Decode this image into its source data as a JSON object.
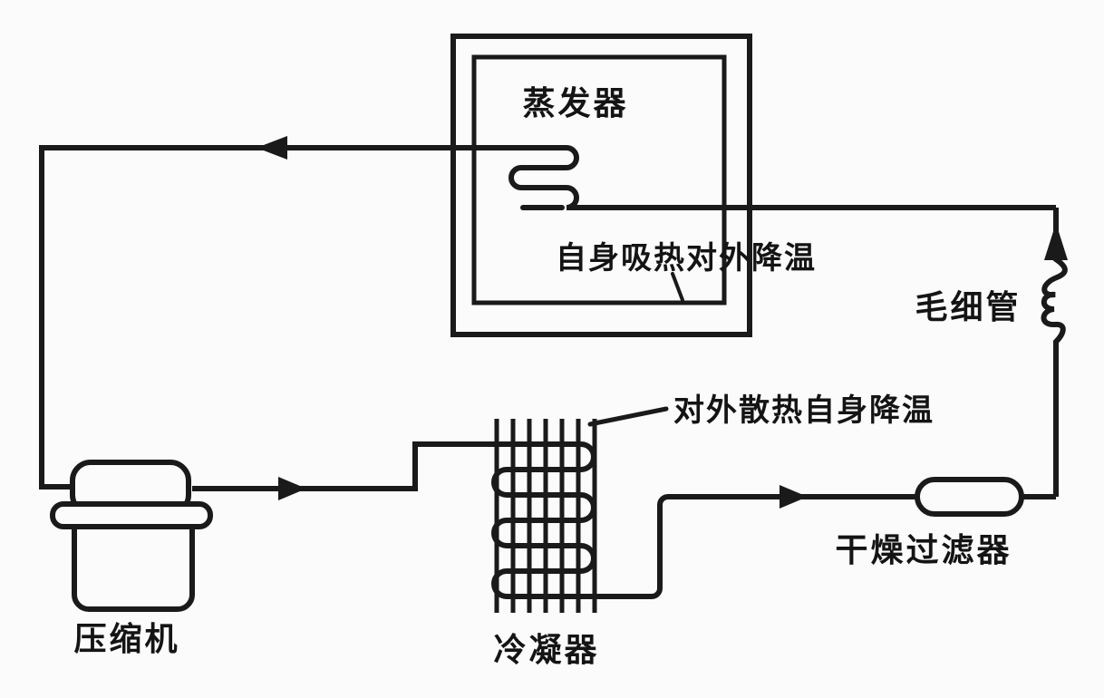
{
  "diagram": {
    "type": "refrigeration-cycle",
    "background_color": "#fbfbfb",
    "line_color": "#1a1a1a",
    "components": {
      "evaporator": {
        "label": "蒸发器",
        "note": "自身吸热对外降温"
      },
      "capillary": {
        "label": "毛细管"
      },
      "drier_filter": {
        "label": "干燥过滤器"
      },
      "condenser": {
        "label": "冷凝器",
        "note": "对外散热自身降温"
      },
      "compressor": {
        "label": "压缩机"
      }
    },
    "flow_arrows": [
      "left-toward-compressor-on-suction-line",
      "right-from-compressor-on-discharge-line",
      "right-toward-drier-filter-on-liquid-line",
      "up-through-capillary-tube"
    ]
  }
}
